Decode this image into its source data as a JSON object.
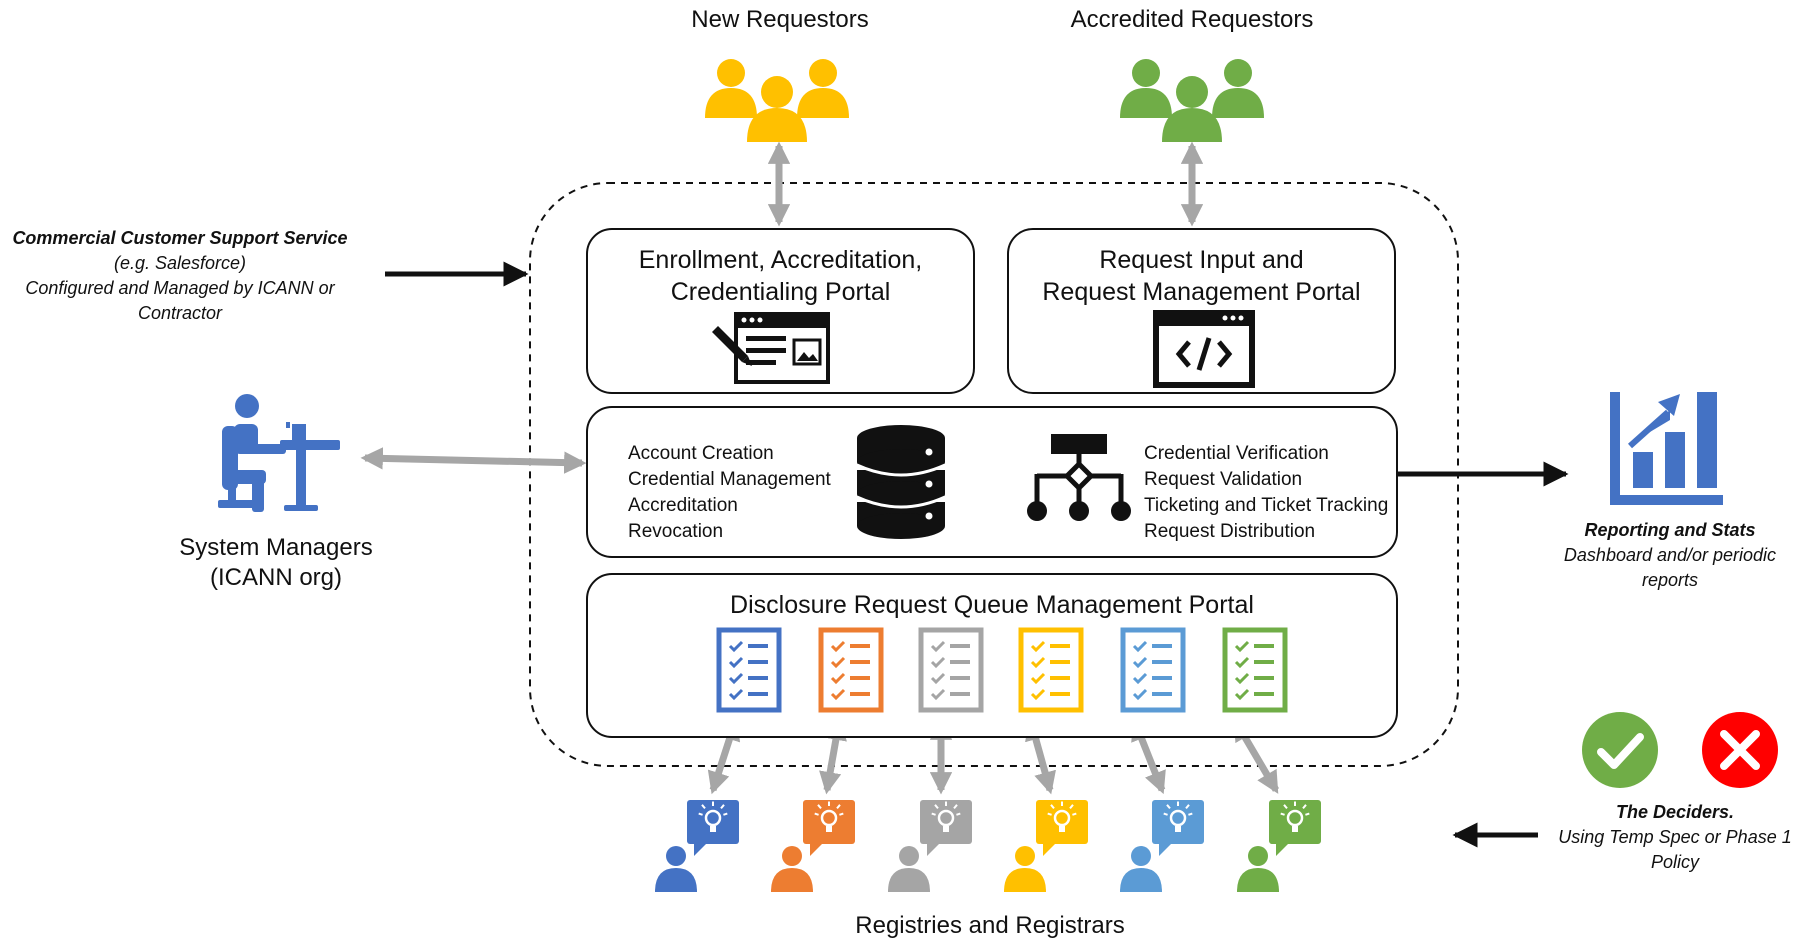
{
  "groups": {
    "new_requestors": "New Requestors",
    "accredited_requestors": "Accredited Requestors",
    "registries_registrars": "Registries and Registrars",
    "system_managers": [
      "System Managers",
      "(ICANN org)"
    ]
  },
  "customer_support": {
    "title": "Commercial Customer Support Service",
    "example": "(e.g. Salesforce)",
    "line1": "Configured and Managed by ICANN or",
    "line2": "Contractor"
  },
  "portals": {
    "enrollment": [
      "Enrollment, Accreditation,",
      "Credentialing Portal"
    ],
    "request": [
      "Request Input and",
      "Request Management Portal"
    ],
    "queue": "Disclosure Request Queue Management Portal"
  },
  "account_functions": [
    "Account Creation",
    "Credential Management",
    "Accreditation",
    "Revocation"
  ],
  "request_functions": [
    "Credential Verification",
    "Request Validation",
    "Ticketing and Ticket Tracking",
    "Request Distribution"
  ],
  "reporting": {
    "title": "Reporting and Stats",
    "line1": "Dashboard and/or periodic",
    "line2": "reports"
  },
  "deciders": {
    "title": "The Deciders.",
    "line1": "Using Temp Spec or Phase 1",
    "line2": "Policy"
  },
  "colors": {
    "new_requestors": "#FFC000",
    "accredited_requestors": "#70AD47",
    "system_managers": "#4472C4",
    "reporting": "#4472C4",
    "connector": "#A6A6A6",
    "approve": "#70AD47",
    "deny": "#FF0000",
    "queues": [
      "#4472C4",
      "#ED7D31",
      "#A5A5A5",
      "#FFC000",
      "#5B9BD5",
      "#70AD47"
    ]
  },
  "icons": {
    "people": "people-group-icon",
    "desk_user": "person-at-desk-icon",
    "web_form": "web-form-icon",
    "code_window": "code-window-icon",
    "database": "database-icon",
    "workflow": "workflow-icon",
    "checklist": "checklist-icon",
    "idea_user": "person-with-idea-bubble-icon",
    "bar_chart": "bar-chart-icon",
    "approve": "check-circle-icon",
    "deny": "x-circle-icon"
  }
}
